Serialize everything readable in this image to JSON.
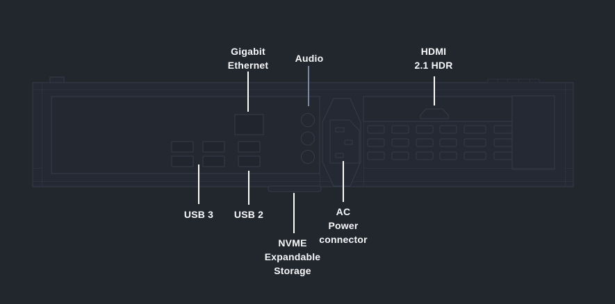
{
  "colors": {
    "background": "#22262d",
    "chassis_fill": "#242933",
    "panel_fill": "#232831",
    "port_fill": "#21262e",
    "outline": "#363d4a",
    "outline_faint": "#2d333e",
    "callout_line": "#ffffff",
    "audio_callout_line": "#7d87a1",
    "label_text": "#f7f8fa"
  },
  "diagram": {
    "callouts": [
      {
        "id": "gigabit-ethernet",
        "label": "Gigabit\nEthernet"
      },
      {
        "id": "audio",
        "label": "Audio"
      },
      {
        "id": "hdmi",
        "label": "HDMI\n2.1 HDR"
      },
      {
        "id": "usb3",
        "label": "USB 3"
      },
      {
        "id": "usb2",
        "label": "USB 2"
      },
      {
        "id": "ac-power",
        "label": "AC\nPower\nconnector"
      },
      {
        "id": "nvme",
        "label": "NVME\nExpandable\nStorage"
      }
    ]
  }
}
